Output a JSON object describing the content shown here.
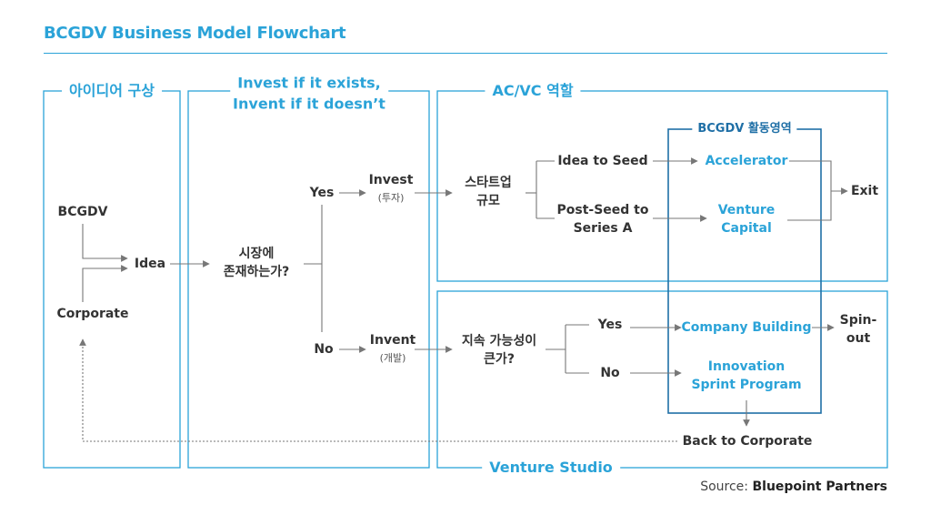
{
  "title": "BCGDV Business Model Flowchart",
  "sections": {
    "ideation": "아이디어 구상",
    "invest_line1": "Invest if it exists,",
    "invest_line2": "Invent if it doesn’t",
    "acvc": "AC/VC 역할",
    "bcgdv_area": "BCGDV 활동영역",
    "venture_studio": "Venture Studio"
  },
  "nodes": {
    "bcgdv": "BCGDV",
    "corporate": "Corporate",
    "idea": "Idea",
    "market_line1": "시장에",
    "market_line2": "존재하는가?",
    "yes": "Yes",
    "no": "No",
    "invest": "Invest",
    "invest_sub": "(투자)",
    "invent": "Invent",
    "invent_sub": "(개발)",
    "startup_line1": "스타트업",
    "startup_line2": "규모",
    "idea_to_seed": "Idea to Seed",
    "postseed_line1": "Post-Seed to",
    "postseed_line2": "Series A",
    "accelerator": "Accelerator",
    "vc_line1": "Venture",
    "vc_line2": "Capital",
    "exit": "Exit",
    "growth_line1": "지속 가능성이",
    "growth_line2": "큰가?",
    "yes2": "Yes",
    "no2": "No",
    "company_building": "Company Building",
    "innov_line1": "Innovation",
    "innov_line2": "Sprint Program",
    "spin_line1": "Spin-",
    "spin_line2": "out",
    "back_to_corporate": "Back to Corporate"
  },
  "source": {
    "prefix": "Source:",
    "name": "Bluepoint Partners"
  },
  "colors": {
    "accent": "#2ba3d8",
    "dark_blue": "#1f6fa6",
    "line": "#777777"
  }
}
